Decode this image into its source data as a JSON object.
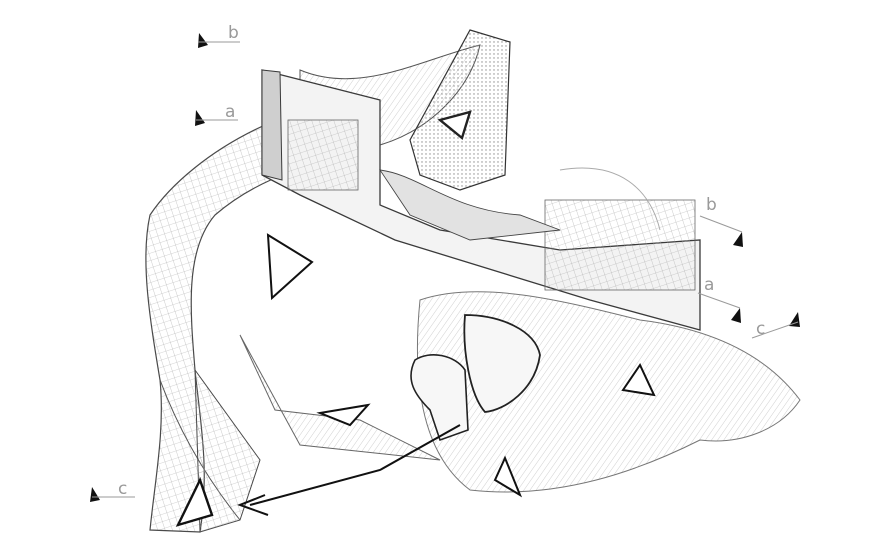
{
  "section_markers": [
    {
      "id": "b-top",
      "label": "b"
    },
    {
      "id": "a-top",
      "label": "a"
    },
    {
      "id": "b-right",
      "label": "b"
    },
    {
      "id": "a-right",
      "label": "a"
    },
    {
      "id": "c-right",
      "label": "c"
    },
    {
      "id": "c-left",
      "label": "c"
    }
  ],
  "colors": {
    "line": "#3a3a3a",
    "grid": "#9c9c9c",
    "shade": "#cfcfcf",
    "dark": "#4a4a4a",
    "marker_text": "#9a9a9a"
  }
}
